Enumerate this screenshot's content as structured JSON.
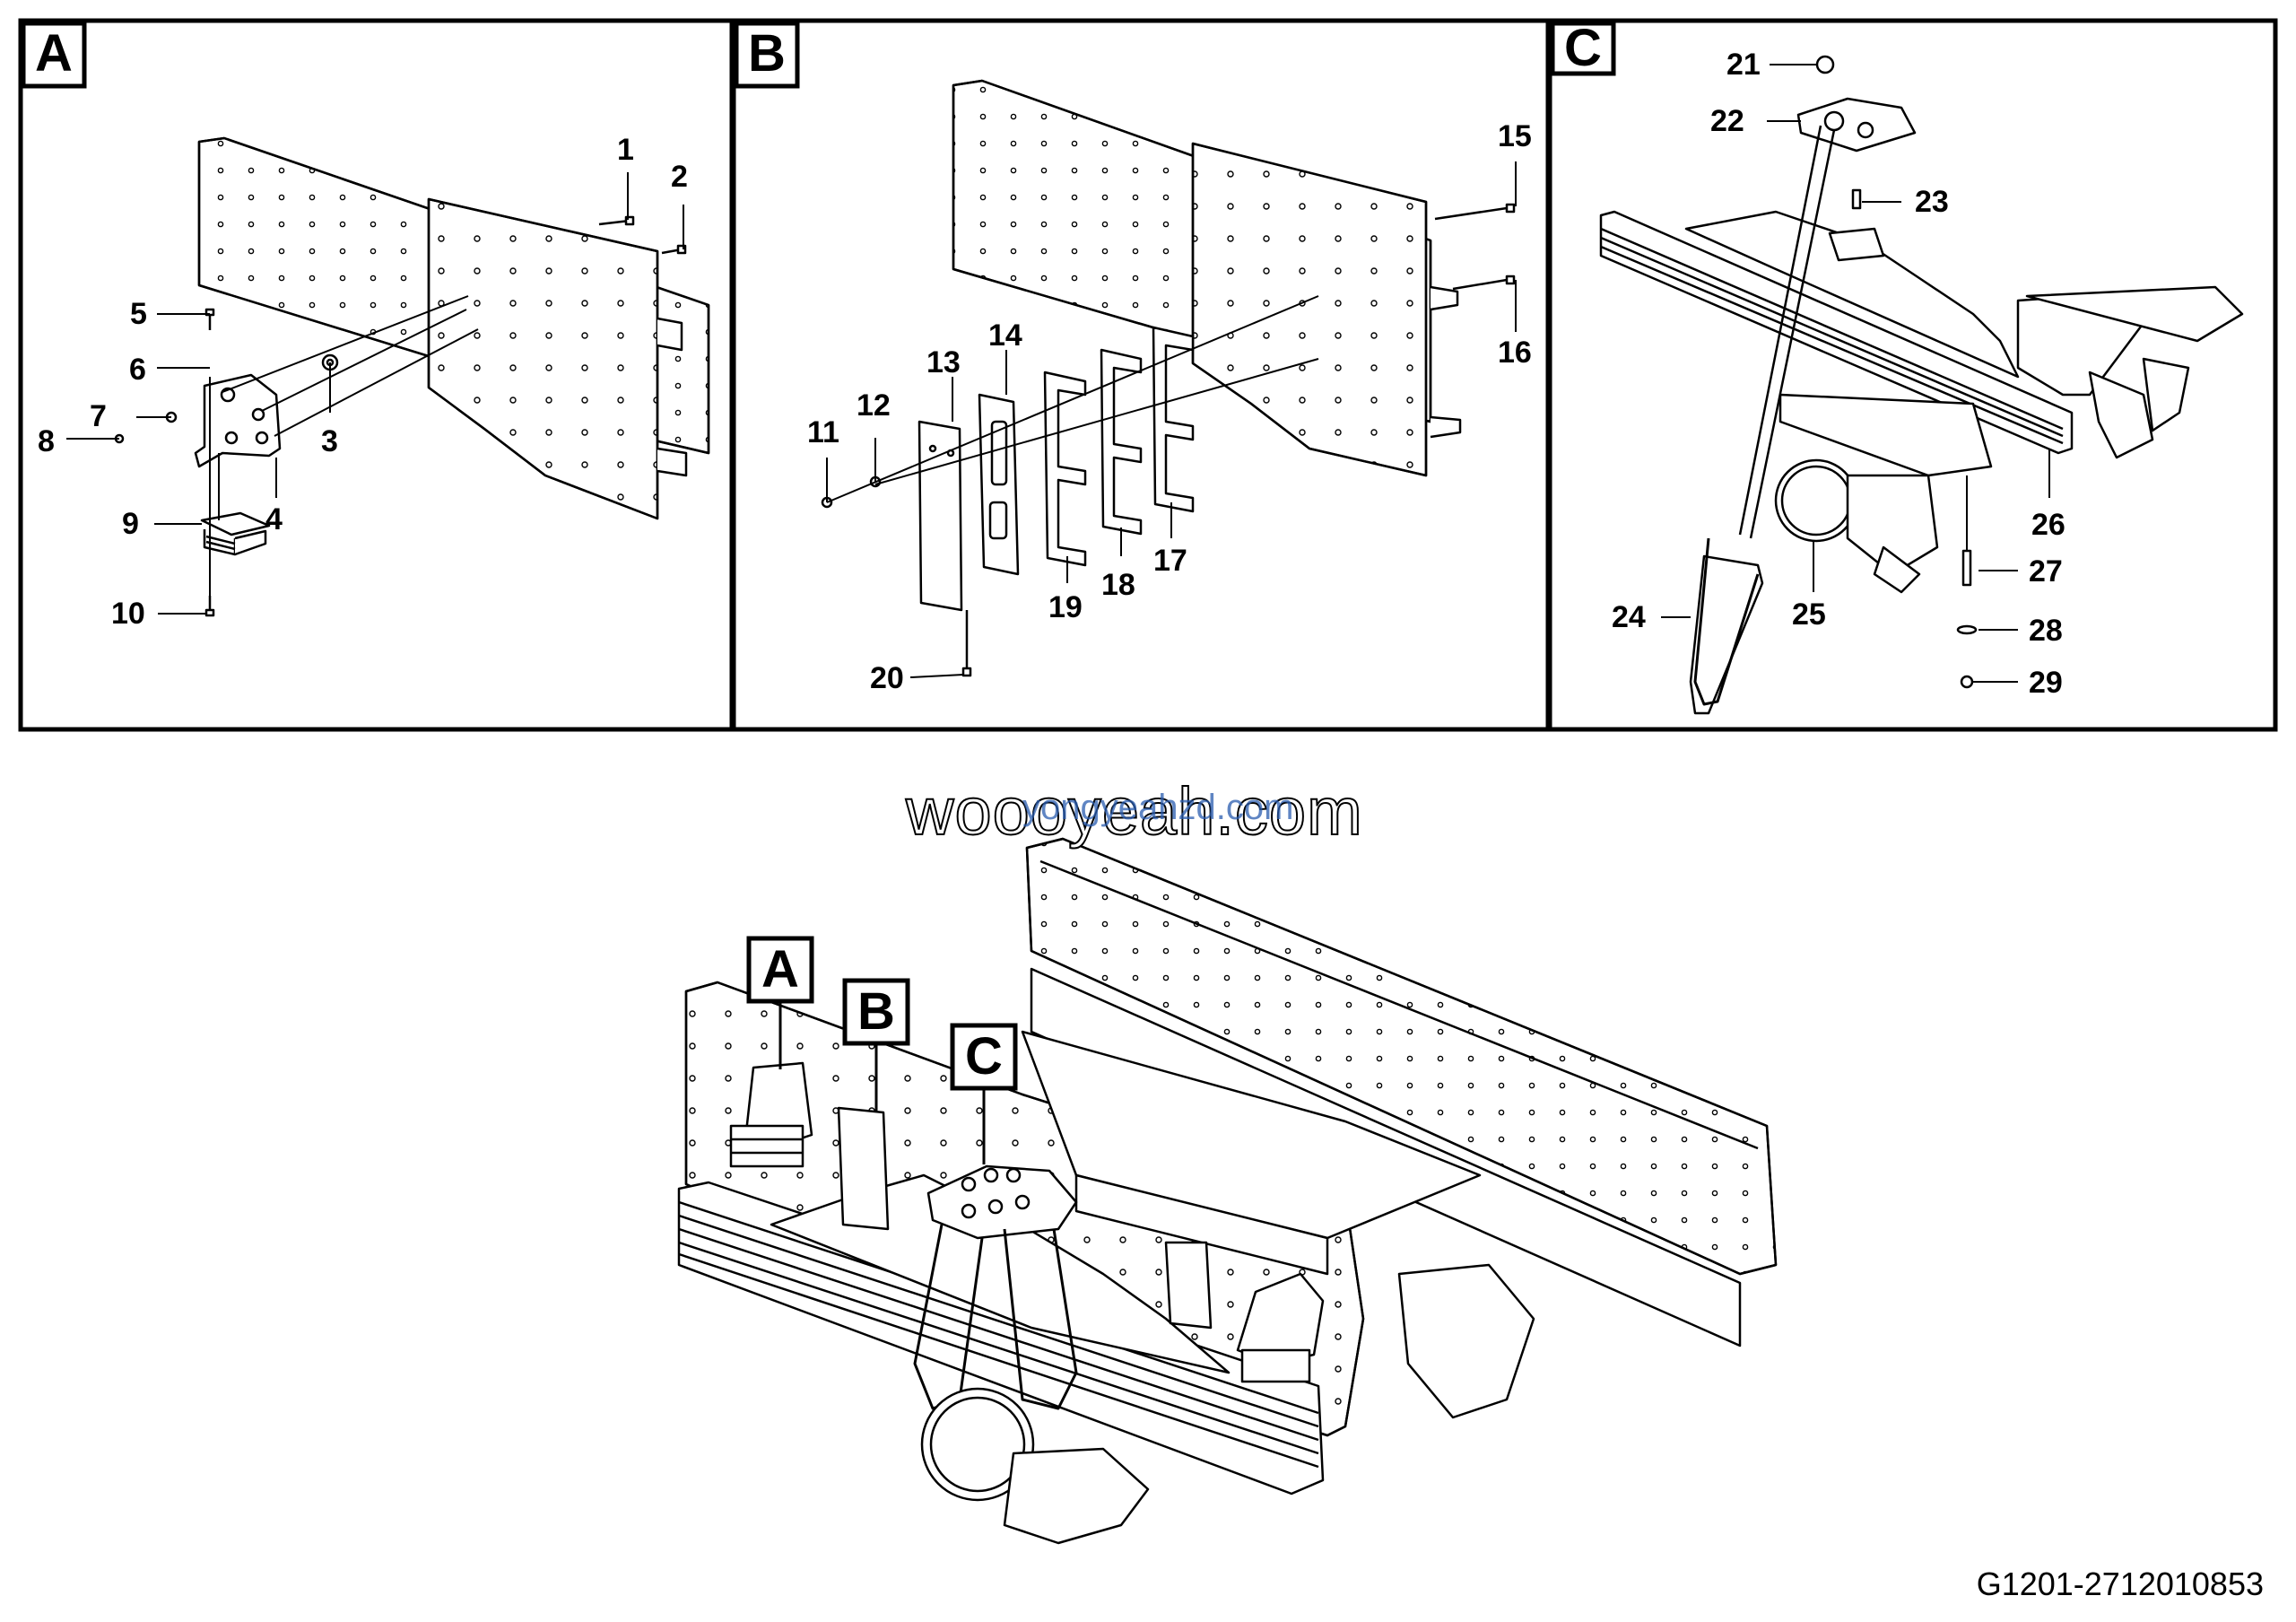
{
  "panels": [
    {
      "letter": "A"
    },
    {
      "letter": "B"
    },
    {
      "letter": "C"
    }
  ],
  "callouts": [
    "1",
    "2",
    "3",
    "4",
    "5",
    "6",
    "7",
    "8",
    "9",
    "10",
    "11",
    "12",
    "13",
    "14",
    "15",
    "16",
    "17",
    "18",
    "19",
    "20",
    "21",
    "22",
    "23",
    "24",
    "25",
    "26",
    "27",
    "28",
    "29"
  ],
  "overview_labels": [
    "A",
    "B",
    "C"
  ],
  "watermark": "woooyeah.com",
  "watermark_secondary": "yongyeahzd.com",
  "figure_code": "G1201-2712010853"
}
